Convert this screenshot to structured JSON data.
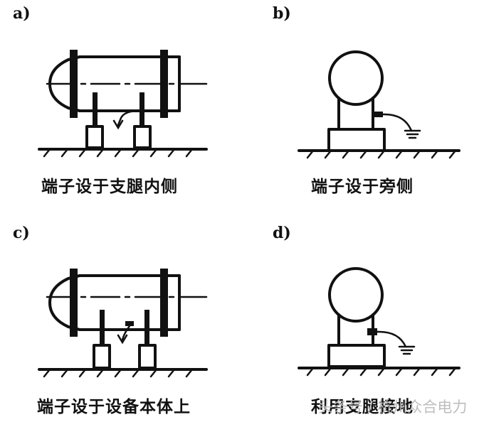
{
  "panels": [
    {
      "letter": "a)",
      "caption": "端子设于支腿内侧"
    },
    {
      "letter": "b)",
      "caption": "端子设于旁侧"
    },
    {
      "letter": "c)",
      "caption": "端子设于设备本体上"
    },
    {
      "letter": "d)",
      "caption": "利用支腿接地"
    }
  ],
  "watermark": "头条号 / 杭州众合电力"
}
